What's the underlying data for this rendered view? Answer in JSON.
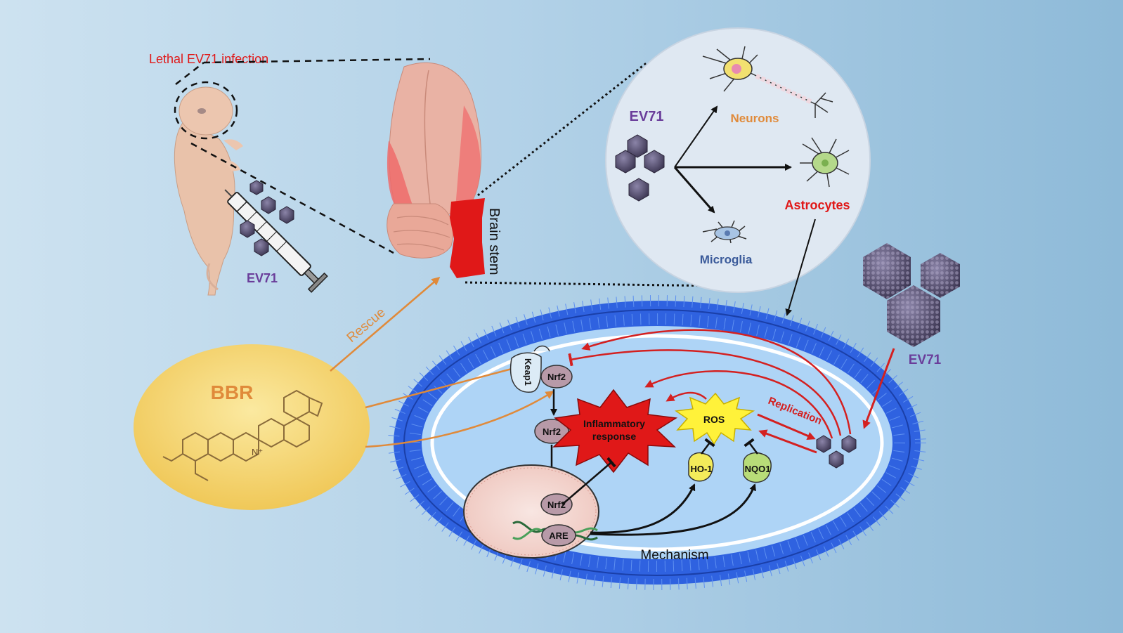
{
  "labels": {
    "lethal_infection": "Lethal EV71 infection",
    "ev71_mouse": "EV71",
    "brain_stem": "Brain stem",
    "rescue": "Rescue",
    "bbr": "BBR",
    "n_plus": "N⁺",
    "ev71_cells": "EV71",
    "neurons": "Neurons",
    "astrocytes": "Astrocytes",
    "microglia": "Microglia",
    "ev71_right": "EV71",
    "keap1": "Keap1",
    "nrf2_bound": "Nrf2",
    "nrf2_free": "Nrf2",
    "nrf2_nucleus": "Nrf2",
    "are": "ARE",
    "inflammatory_line1": "Inflammatory",
    "inflammatory_line2": "response",
    "ros": "ROS",
    "replication": "Replication",
    "ho1": "HO-1",
    "nqo1": "NQO1",
    "mechanism": "Mechanism"
  },
  "colors": {
    "red_label": "#e01818",
    "purple_label": "#6a3d9a",
    "orange_label": "#e08a3a",
    "navy_label": "#3a5a9a",
    "membrane": "#3a6ee8",
    "arrow_red": "#d42020",
    "arrow_orange": "#e08a3a"
  }
}
